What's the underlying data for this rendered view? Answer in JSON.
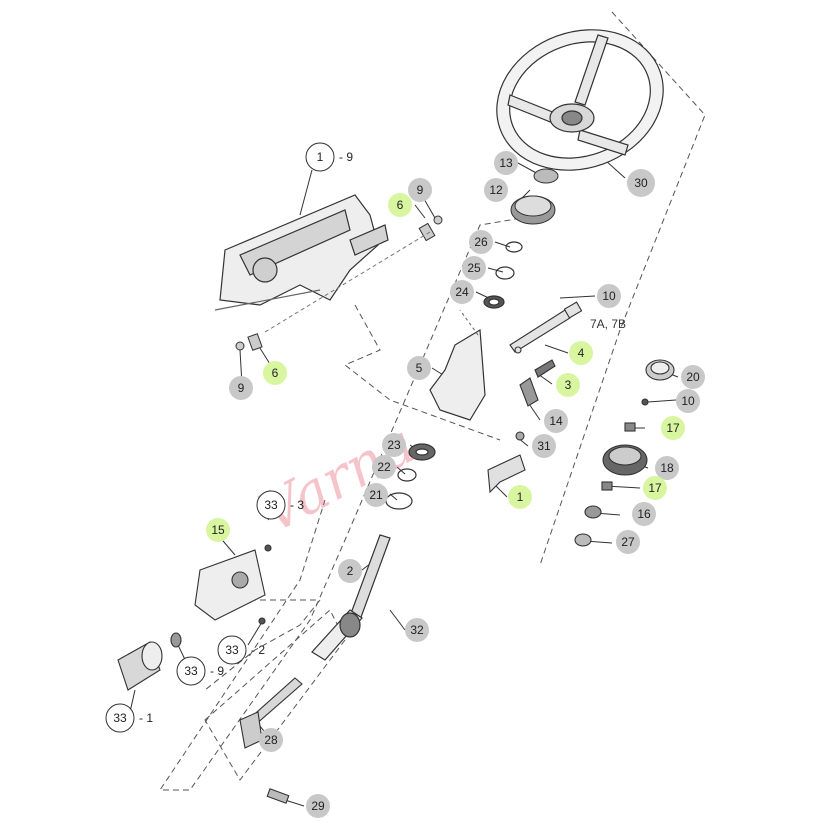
{
  "watermark": "Varna",
  "callouts": [
    {
      "id": "c-1-9",
      "label": "1",
      "suffix": "- 9",
      "style": "white"
    },
    {
      "id": "c-9a",
      "label": "9",
      "suffix": "",
      "style": "gray"
    },
    {
      "id": "c-6a",
      "label": "6",
      "suffix": "",
      "style": "green"
    },
    {
      "id": "c-6b",
      "label": "6",
      "suffix": "",
      "style": "green"
    },
    {
      "id": "c-9b",
      "label": "9",
      "suffix": "",
      "style": "gray"
    },
    {
      "id": "c-13",
      "label": "13",
      "suffix": "",
      "style": "gray"
    },
    {
      "id": "c-12",
      "label": "12",
      "suffix": "",
      "style": "gray"
    },
    {
      "id": "c-30",
      "label": "30",
      "suffix": "",
      "style": "gray"
    },
    {
      "id": "c-26",
      "label": "26",
      "suffix": "",
      "style": "gray"
    },
    {
      "id": "c-25",
      "label": "25",
      "suffix": "",
      "style": "gray"
    },
    {
      "id": "c-24",
      "label": "24",
      "suffix": "",
      "style": "gray"
    },
    {
      "id": "c-10a",
      "label": "10",
      "suffix": "",
      "style": "gray"
    },
    {
      "id": "c-4",
      "label": "4",
      "suffix": "",
      "style": "green"
    },
    {
      "id": "c-3",
      "label": "3",
      "suffix": "",
      "style": "green"
    },
    {
      "id": "c-5",
      "label": "5",
      "suffix": "",
      "style": "gray"
    },
    {
      "id": "c-14",
      "label": "14",
      "suffix": "",
      "style": "gray"
    },
    {
      "id": "c-20",
      "label": "20",
      "suffix": "",
      "style": "gray"
    },
    {
      "id": "c-10b",
      "label": "10",
      "suffix": "",
      "style": "gray"
    },
    {
      "id": "c-17a",
      "label": "17",
      "suffix": "",
      "style": "green"
    },
    {
      "id": "c-31",
      "label": "31",
      "suffix": "",
      "style": "gray"
    },
    {
      "id": "c-23",
      "label": "23",
      "suffix": "",
      "style": "gray"
    },
    {
      "id": "c-22",
      "label": "22",
      "suffix": "",
      "style": "gray"
    },
    {
      "id": "c-21",
      "label": "21",
      "suffix": "",
      "style": "gray"
    },
    {
      "id": "c-1",
      "label": "1",
      "suffix": "",
      "style": "green"
    },
    {
      "id": "c-18",
      "label": "18",
      "suffix": "",
      "style": "gray"
    },
    {
      "id": "c-17b",
      "label": "17",
      "suffix": "",
      "style": "green"
    },
    {
      "id": "c-16",
      "label": "16",
      "suffix": "",
      "style": "gray"
    },
    {
      "id": "c-27",
      "label": "27",
      "suffix": "",
      "style": "gray"
    },
    {
      "id": "c-33-3",
      "label": "33",
      "suffix": "- 3",
      "style": "white"
    },
    {
      "id": "c-15",
      "label": "15",
      "suffix": "",
      "style": "green"
    },
    {
      "id": "c-2",
      "label": "2",
      "suffix": "",
      "style": "gray"
    },
    {
      "id": "c-32",
      "label": "32",
      "suffix": "",
      "style": "gray"
    },
    {
      "id": "c-33-2",
      "label": "33",
      "suffix": "- 2",
      "style": "white"
    },
    {
      "id": "c-33-9",
      "label": "33",
      "suffix": "- 9",
      "style": "white"
    },
    {
      "id": "c-33-1",
      "label": "33",
      "suffix": "- 1",
      "style": "white"
    },
    {
      "id": "c-28",
      "label": "28",
      "suffix": "",
      "style": "gray"
    },
    {
      "id": "c-29",
      "label": "29",
      "suffix": "",
      "style": "gray"
    }
  ],
  "ref_label": "7A, 7B",
  "colors": {
    "gray": "#c8c8c8",
    "green": "#d8f6a0",
    "white": "#ffffff",
    "line": "#333333"
  }
}
